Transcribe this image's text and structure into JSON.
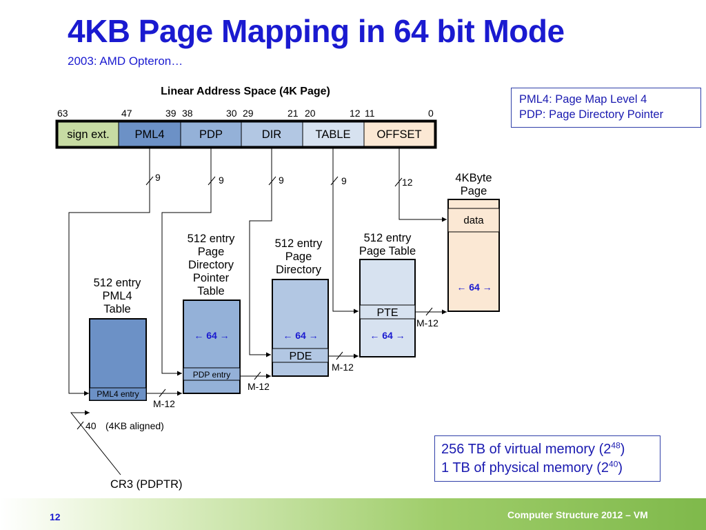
{
  "title": "4KB Page Mapping in 64 bit Mode",
  "subtitle": "2003: AMD Opteron…",
  "diagram": {
    "address_title": "Linear Address Space (4K Page)",
    "bit_labels": [
      "63",
      "47",
      "39",
      "38",
      "30",
      "29",
      "21",
      "20",
      "12",
      "11",
      "0"
    ],
    "fields": [
      "sign ext.",
      "PML4",
      "PDP",
      "DIR",
      "TABLE",
      "OFFSET"
    ],
    "index_widths": [
      "9",
      "9",
      "9",
      "9",
      "12"
    ],
    "tables": {
      "pml4": "512 entry PML4 Table",
      "pdp": "512 entry Page Directory Pointer Table",
      "dir": "512 entry Page Directory",
      "pt": "512 entry Page Table",
      "page": "4KByte Page"
    },
    "entries": {
      "pml4": "PML4 entry",
      "pdp": "PDP entry",
      "pde": "PDE",
      "pte": "PTE",
      "data": "data"
    },
    "entry_width": "← 64 →",
    "base_width": "M-12",
    "cr3_width": "40",
    "cr3_note": "(4KB aligned)",
    "cr3_label": "CR3 (PDPTR)",
    "colors": {
      "sign": "#c7dba3",
      "pml4": "#6c91c6",
      "pdp": "#94b1d8",
      "dir": "#b2c7e3",
      "table": "#d7e2f0",
      "offset": "#fbe8d4",
      "accent": "#1a1ad0"
    }
  },
  "legend": {
    "line1": "PML4: Page Map Level 4",
    "line2": "PDP: Page Directory Pointer"
  },
  "memory": {
    "virtual_text": "256 TB of virtual memory (2",
    "virtual_exp": "48",
    "physical_text": "1 TB of physical memory (2",
    "physical_exp": "40",
    "close": ")"
  },
  "footer": {
    "page_number": "12",
    "course": "Computer Structure 2012 – VM"
  }
}
